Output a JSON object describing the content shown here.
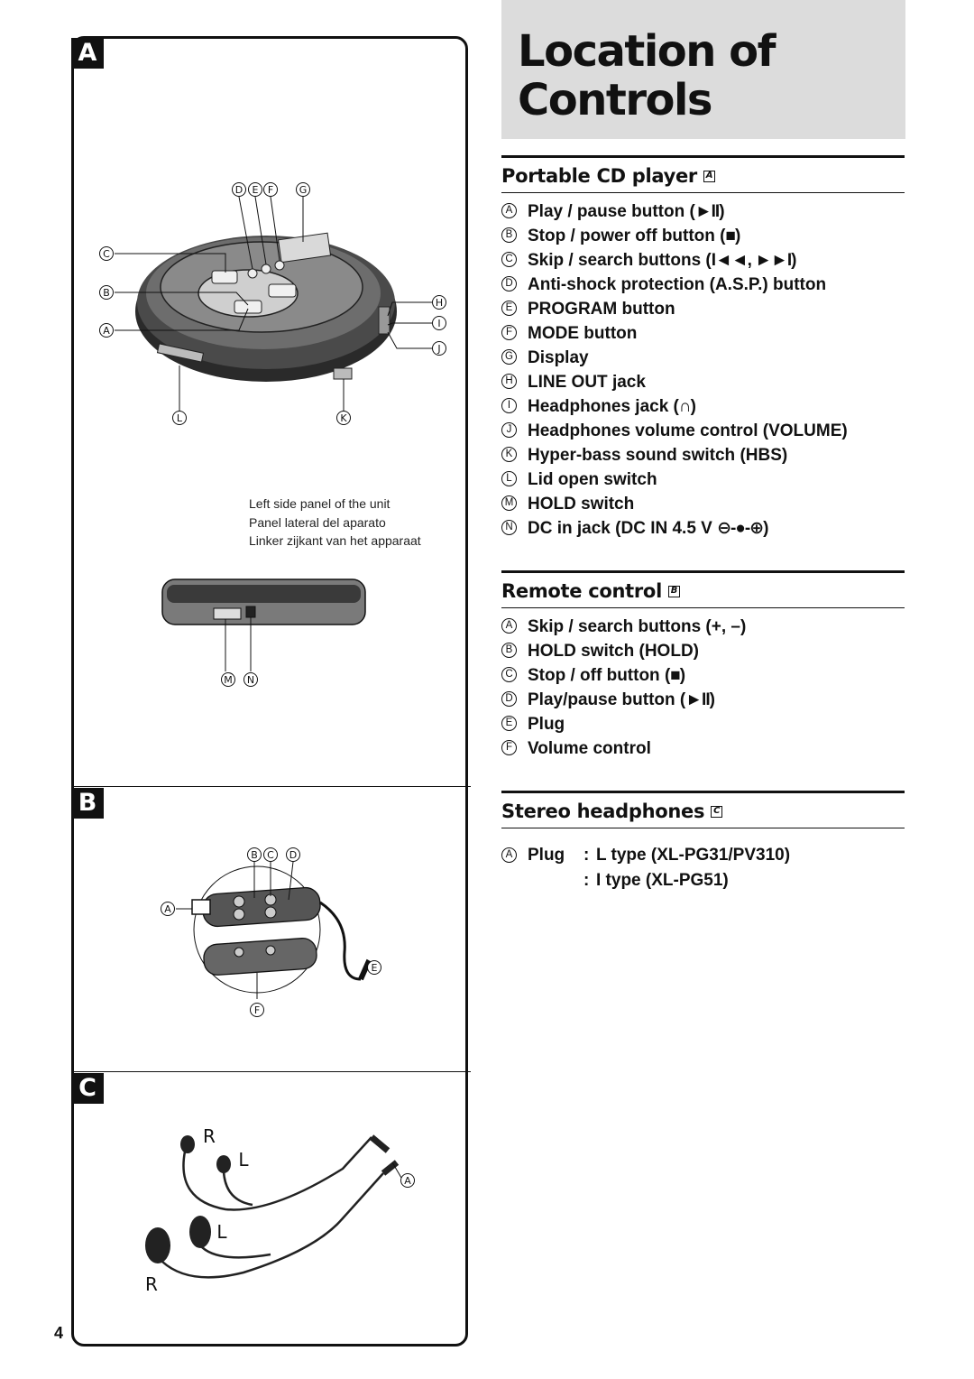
{
  "page": {
    "number": "4"
  },
  "title": {
    "line1": "Location of",
    "line2": "Controls"
  },
  "figure": {
    "badges": {
      "a": "A",
      "b": "B",
      "c": "C"
    },
    "caption": [
      "Left side panel of the unit",
      "Panel lateral del aparato",
      "Linker zijkant van het apparaat"
    ],
    "callouts_cd": [
      "D",
      "E",
      "F",
      "G",
      "C",
      "B",
      "A",
      "H",
      "I",
      "J",
      "L",
      "K"
    ],
    "callouts_side": [
      "M",
      "N"
    ],
    "callouts_remote": [
      "B",
      "C",
      "D",
      "A",
      "E",
      "F"
    ],
    "callouts_headphones": [
      "R",
      "L",
      "A",
      "L",
      "R"
    ]
  },
  "sections": {
    "cd_player": {
      "heading": "Portable CD player",
      "badge": "A",
      "items": [
        {
          "letter": "A",
          "label": "Play / pause button (",
          "symbol": "►II",
          "tail": ")"
        },
        {
          "letter": "B",
          "label": "Stop / power off button (",
          "symbol": "■",
          "tail": ")"
        },
        {
          "letter": "C",
          "label": "Skip / search buttons (",
          "symbol": "I◄◄, ►►I",
          "tail": ")"
        },
        {
          "letter": "D",
          "label": "Anti-shock protection (A.S.P.) button",
          "symbol": "",
          "tail": ""
        },
        {
          "letter": "E",
          "label": "PROGRAM button",
          "symbol": "",
          "tail": ""
        },
        {
          "letter": "F",
          "label": "MODE button",
          "symbol": "",
          "tail": ""
        },
        {
          "letter": "G",
          "label": "Display",
          "symbol": "",
          "tail": ""
        },
        {
          "letter": "H",
          "label": "LINE OUT jack",
          "symbol": "",
          "tail": ""
        },
        {
          "letter": "I",
          "label": "Headphones jack (",
          "symbol": "∩",
          "tail": ")"
        },
        {
          "letter": "J",
          "label": "Headphones volume control (VOLUME)",
          "symbol": "",
          "tail": ""
        },
        {
          "letter": "K",
          "label": "Hyper-bass sound switch (HBS)",
          "symbol": "",
          "tail": ""
        },
        {
          "letter": "L",
          "label": "Lid open switch",
          "symbol": "",
          "tail": ""
        },
        {
          "letter": "M",
          "label": "HOLD switch",
          "symbol": "",
          "tail": ""
        },
        {
          "letter": "N",
          "label": "DC in jack (DC IN 4.5 V ",
          "symbol": "⊖-●-⊕",
          "tail": ")"
        }
      ]
    },
    "remote": {
      "heading": "Remote control",
      "badge": "B",
      "items": [
        {
          "letter": "A",
          "label": "Skip / search buttons (+, –)",
          "symbol": "",
          "tail": ""
        },
        {
          "letter": "B",
          "label": "HOLD switch (HOLD)",
          "symbol": "",
          "tail": ""
        },
        {
          "letter": "C",
          "label": "Stop / off button (",
          "symbol": "■",
          "tail": ")"
        },
        {
          "letter": "D",
          "label": "Play/pause button (",
          "symbol": "►II",
          "tail": ")"
        },
        {
          "letter": "E",
          "label": "Plug",
          "symbol": "",
          "tail": ""
        },
        {
          "letter": "F",
          "label": "Volume control",
          "symbol": "",
          "tail": ""
        }
      ]
    },
    "headphones": {
      "heading": "Stereo headphones",
      "badge": "C",
      "item_letter": "A",
      "plug_label": "Plug",
      "sep": ":",
      "type1": "L type (XL-PG31/PV310)",
      "type2": "I type (XL-PG51)"
    }
  }
}
